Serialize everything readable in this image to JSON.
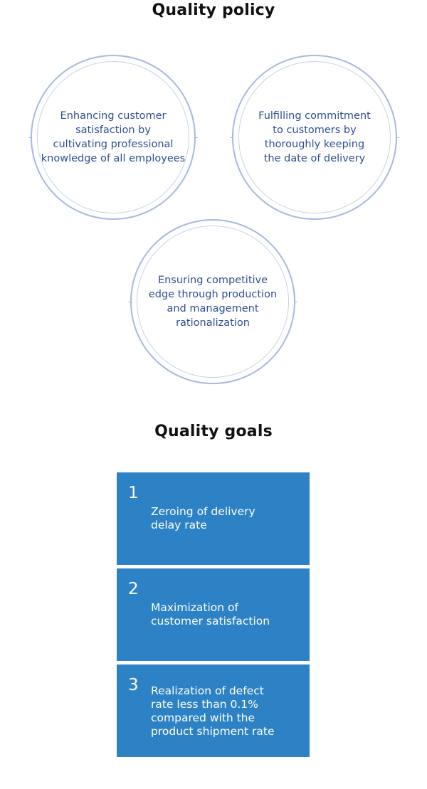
{
  "policy": {
    "title": "Quality policy",
    "items": [
      {
        "text": "Enhancing customer\nsatisfaction by\ncultivating professional\nknowledge of all employees"
      },
      {
        "text": "Fulfilling commitment\nto customers by\nthoroughly keeping\nthe date of delivery"
      },
      {
        "text": "Ensuring competitive\nedge through production\nand management\nrationalization"
      }
    ]
  },
  "goals": {
    "title": "Quality goals",
    "items": [
      {
        "number": "1",
        "text": "Zeroing of delivery\ndelay rate"
      },
      {
        "number": "2",
        "text": "Maximization of\ncustomer satisfaction"
      },
      {
        "number": "3",
        "text": "Realization of defect\nrate less than 0.1%\ncompared with the\nproduct shipment rate"
      }
    ]
  },
  "colors": {
    "circle_border": "#a5b9e0",
    "circle_text": "#2f4f93",
    "goal_box": "#2d82c5"
  }
}
